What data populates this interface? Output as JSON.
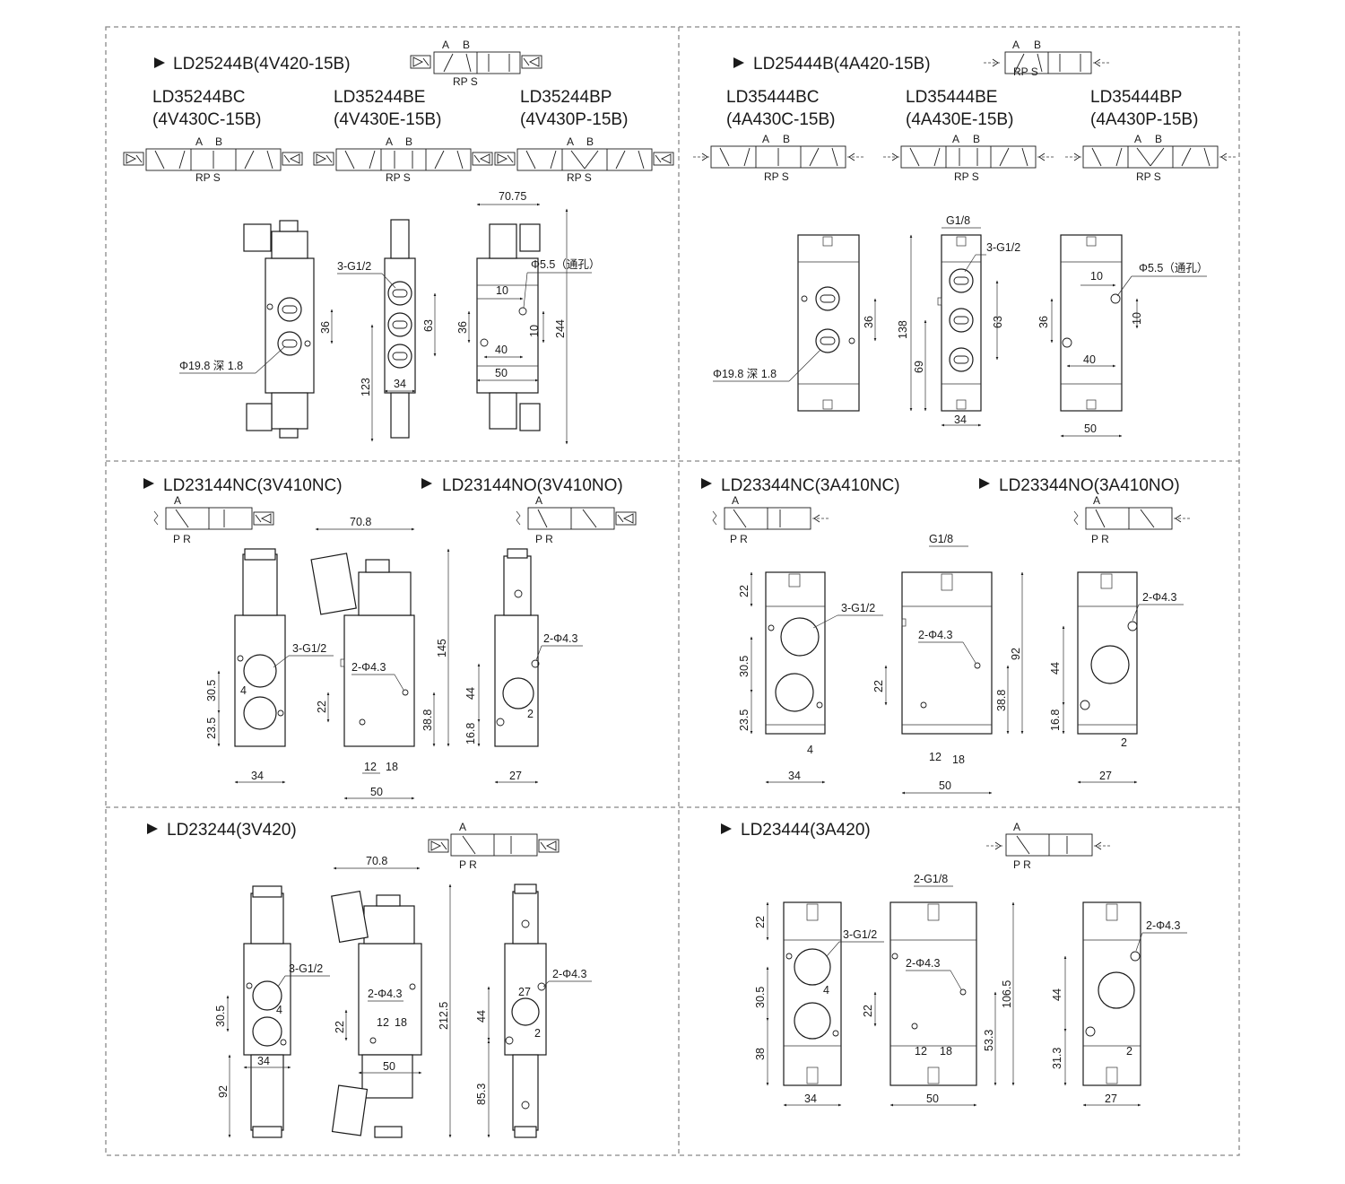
{
  "sections": {
    "s1": {
      "title": "LD25244B(4V420-15B)",
      "ports_top": [
        "A",
        "B"
      ],
      "ports_bottom": "RP S",
      "variants": [
        {
          "line1": "LD35244BC",
          "line2": "(4V430C-15B)"
        },
        {
          "line1": "LD35244BE",
          "line2": "(4V430E-15B)"
        },
        {
          "line1": "LD35244BP",
          "line2": "(4V430P-15B)"
        }
      ],
      "callouts": {
        "port": "3-G1/2",
        "hole": "Φ5.5（通孔）",
        "counterbore": "Φ19.8 深 1.8"
      },
      "dims": {
        "a": "36",
        "b": "63",
        "c": "123",
        "d": "34",
        "e": "70.75",
        "f": "10",
        "g": "36",
        "h": "10",
        "i": "40",
        "j": "50",
        "k": "244"
      }
    },
    "s2": {
      "title": "LD25444B(4A420-15B)",
      "ports_top": [
        "A",
        "B"
      ],
      "ports_bottom": "RP S",
      "variants": [
        {
          "line1": "LD35444BC",
          "line2": "(4A430C-15B)"
        },
        {
          "line1": "LD35444BE",
          "line2": "(4A430E-15B)"
        },
        {
          "line1": "LD35444BP",
          "line2": "(4A430P-15B)"
        }
      ],
      "callouts": {
        "g18": "G1/8",
        "port": "3-G1/2",
        "hole": "Φ5.5（通孔）",
        "counterbore": "Φ19.8 深 1.8"
      },
      "dims": {
        "a": "36",
        "b": "138",
        "c": "69",
        "d": "63",
        "e": "34",
        "f": "10",
        "g": "36",
        "h": "10",
        "i": "40",
        "j": "50"
      }
    },
    "s3": {
      "title1": "LD23144NC(3V410NC)",
      "title2": "LD23144NO(3V410NO)",
      "port_a": "A",
      "port_pr": "P  R",
      "callouts": {
        "port": "3-G1/2",
        "hole1": "2-Φ4.3",
        "hole2": "2-Φ4.3"
      },
      "dims": {
        "w1": "70.8",
        "a": "30.5",
        "b": "4",
        "c": "23.5",
        "d": "34",
        "e": "22",
        "f": "12",
        "g": "18",
        "h": "50",
        "i": "145",
        "j": "38.8",
        "k": "44",
        "l": "16.8",
        "m": "2",
        "n": "27"
      }
    },
    "s4": {
      "title1": "LD23344NC(3A410NC)",
      "title2": "LD23344NO(3A410NO)",
      "port_a": "A",
      "port_pr": "P  R",
      "callouts": {
        "g18": "G1/8",
        "port": "3-G1/2",
        "hole1": "2-Φ4.3",
        "hole2": "2-Φ4.3"
      },
      "dims": {
        "a": "22",
        "b": "30.5",
        "c": "23.5",
        "d": "4",
        "e": "34",
        "f": "22",
        "g": "12",
        "h": "18",
        "i": "50",
        "j": "92",
        "k": "38.8",
        "l": "44",
        "m": "16.8",
        "n": "2",
        "o": "27"
      }
    },
    "s5": {
      "title": "LD23244(3V420)",
      "port_a": "A",
      "port_pr": "P  R",
      "callouts": {
        "port": "3-G1/2",
        "hole1": "2-Φ4.3",
        "hole2": "2-Φ4.3"
      },
      "dims": {
        "w1": "70.8",
        "a": "30.5",
        "b": "4",
        "c": "34",
        "d": "92",
        "e": "22",
        "f": "12",
        "g": "18",
        "h": "50",
        "i": "212.5",
        "j": "44",
        "k": "27",
        "l": "2",
        "m": "85.3"
      }
    },
    "s6": {
      "title": "LD23444(3A420)",
      "port_a": "A",
      "port_pr": "P  R",
      "callouts": {
        "g18": "2-G1/8",
        "port": "3-G1/2",
        "hole1": "2-Φ4.3",
        "hole2": "2-Φ4.3"
      },
      "dims": {
        "a": "22",
        "b": "30.5",
        "c": "4",
        "d": "38",
        "e": "34",
        "f": "22",
        "g": "12",
        "h": "18",
        "i": "50",
        "j": "106.5",
        "k": "53.3",
        "l": "44",
        "m": "31.3",
        "n": "2",
        "o": "27"
      }
    }
  }
}
